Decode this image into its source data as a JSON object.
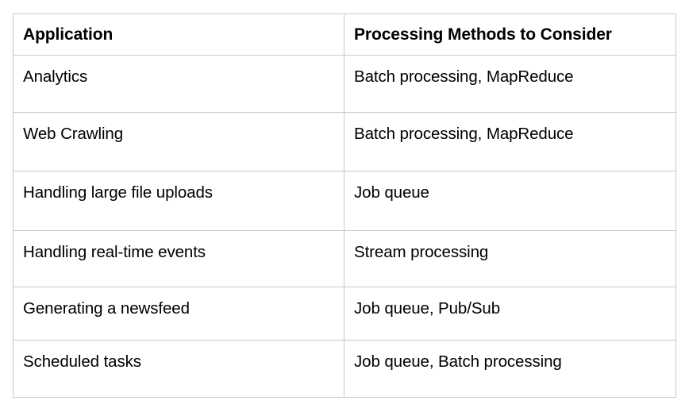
{
  "table": {
    "columns": [
      "Application",
      "Processing Methods to Consider"
    ],
    "rows": [
      {
        "application": "Analytics",
        "methods": "Batch processing, MapReduce"
      },
      {
        "application": "Web Crawling",
        "methods": "Batch processing, MapReduce"
      },
      {
        "application": "Handling large file uploads",
        "methods": "Job queue"
      },
      {
        "application": "Handling real-time events",
        "methods": "Stream processing"
      },
      {
        "application": "Generating a newsfeed",
        "methods": "Job queue, Pub/Sub"
      },
      {
        "application": "Scheduled tasks",
        "methods": "Job queue, Batch processing"
      }
    ]
  },
  "style": {
    "border_color": "#c8c8c8",
    "text_color": "#000000",
    "background": "#ffffff"
  }
}
